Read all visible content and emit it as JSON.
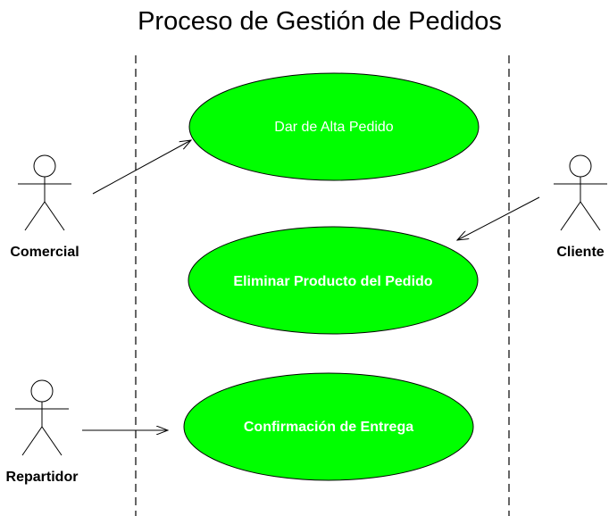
{
  "diagram": {
    "title": "Proceso de Gestión de Pedidos",
    "use_case_color": "#00ff00",
    "use_case_text_color": "#ffffff",
    "actors": [
      {
        "id": "comercial",
        "label": "Comercial"
      },
      {
        "id": "cliente",
        "label": "Cliente"
      },
      {
        "id": "repartidor",
        "label": "Repartidor"
      }
    ],
    "use_cases": [
      {
        "id": "alta",
        "label": "Dar de Alta Pedido"
      },
      {
        "id": "eliminar",
        "label": "Eliminar Producto del Pedido"
      },
      {
        "id": "confirmacion",
        "label": "Confirmación de Entrega"
      }
    ],
    "associations": [
      {
        "from": "comercial",
        "to": "alta"
      },
      {
        "from": "cliente",
        "to": "eliminar"
      },
      {
        "from": "repartidor",
        "to": "confirmacion"
      }
    ]
  }
}
